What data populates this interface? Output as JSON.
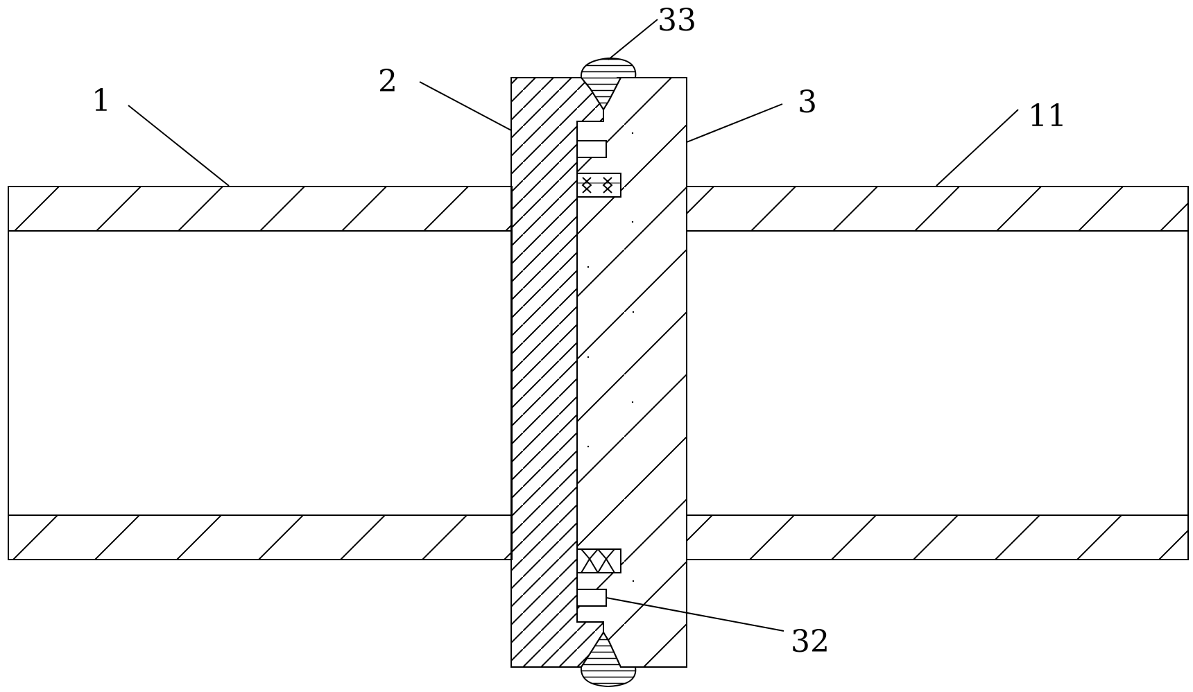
{
  "diagram": {
    "stroke_color": "#000000",
    "background_color": "#ffffff",
    "callouts": {
      "pipe_left": "1",
      "pipe_right": "11",
      "flange_left": "2",
      "flange_right": "3",
      "weld_bead": "33",
      "groove": "32"
    }
  }
}
